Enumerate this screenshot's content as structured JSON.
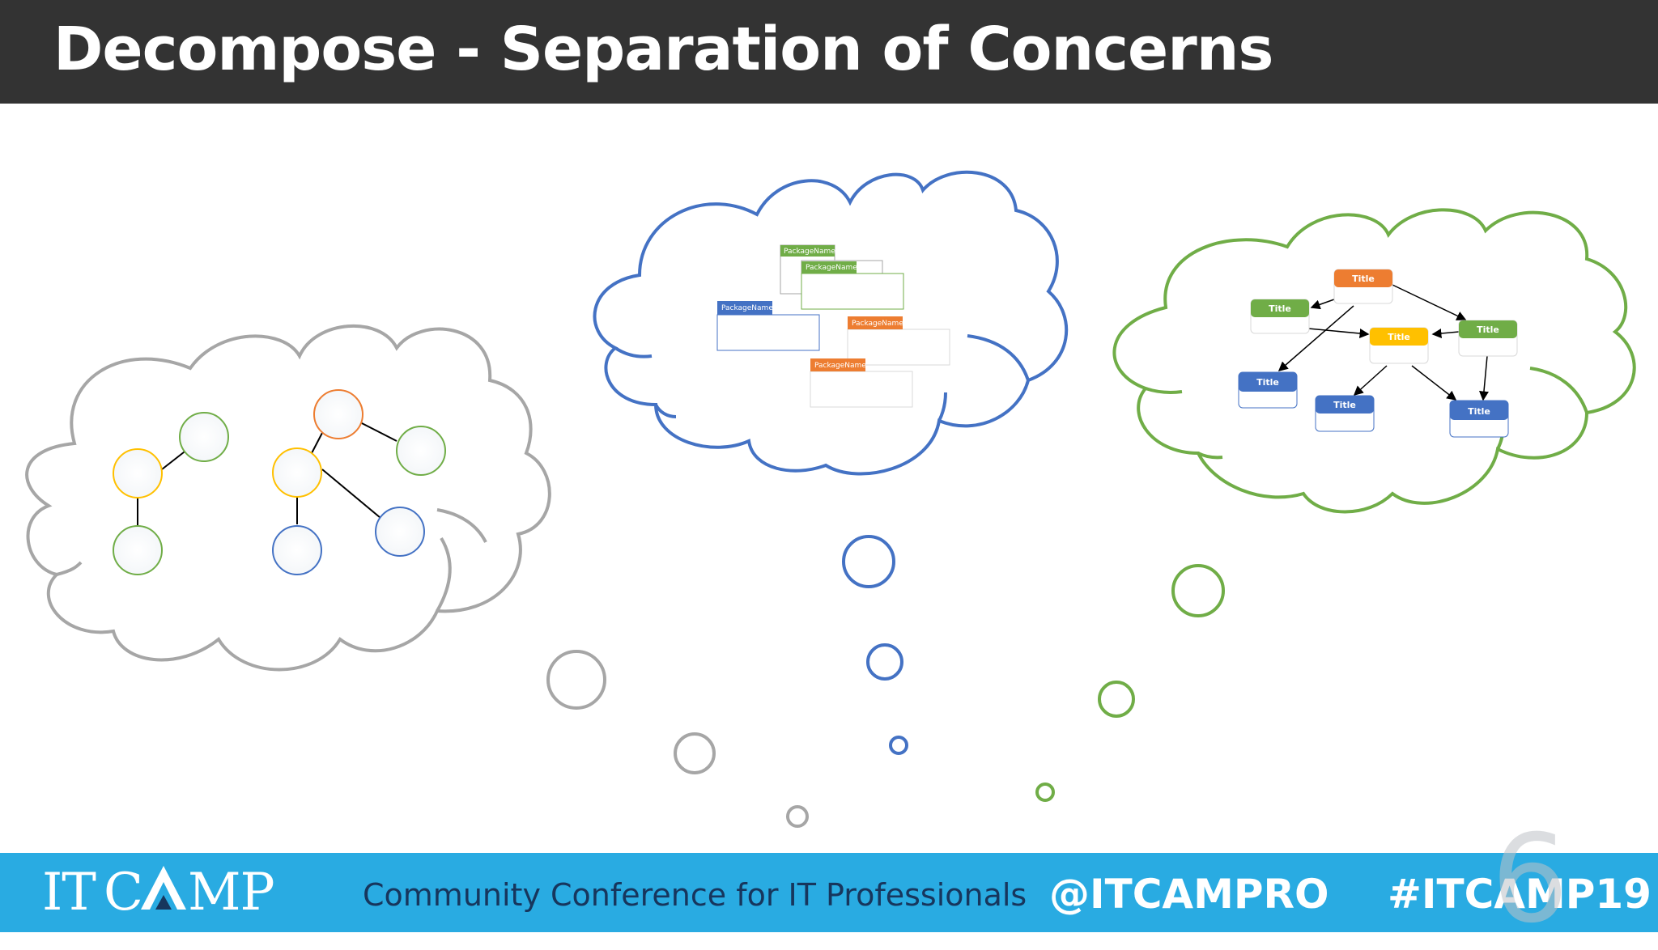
{
  "slide": {
    "title": "Decompose - Separation of Concerns",
    "number": "6"
  },
  "footer": {
    "logo_text": "ITCAMP",
    "tagline": "Community Conference for IT Professionals",
    "handle": "@ITCAMPRO",
    "hashtag": "#ITCAMP19"
  },
  "clouds": {
    "left": {
      "color": "#a6a6a6",
      "nodes": [
        {
          "color": "#ffc000"
        },
        {
          "color": "#70ad47"
        },
        {
          "color": "#70ad47"
        },
        {
          "color": "#ed7d31"
        },
        {
          "color": "#ffc000"
        },
        {
          "color": "#70ad47"
        },
        {
          "color": "#4472c4"
        },
        {
          "color": "#4472c4"
        }
      ]
    },
    "middle": {
      "color": "#4472c4",
      "packages": [
        {
          "label": "PackageName",
          "color": "#70ad47"
        },
        {
          "label": "PackageName",
          "color": "#70ad47"
        },
        {
          "label": "PackageName",
          "color": "#4472c4"
        },
        {
          "label": "PackageName",
          "color": "#ed7d31"
        },
        {
          "label": "PackageName",
          "color": "#ed7d31"
        }
      ]
    },
    "right": {
      "color": "#70ad47",
      "nodes": [
        {
          "label": "Title",
          "color": "#ed7d31"
        },
        {
          "label": "Title",
          "color": "#70ad47"
        },
        {
          "label": "Title",
          "color": "#70ad47"
        },
        {
          "label": "Title",
          "color": "#ffc000"
        },
        {
          "label": "Title",
          "color": "#4472c4"
        },
        {
          "label": "Title",
          "color": "#4472c4"
        },
        {
          "label": "Title",
          "color": "#4472c4"
        }
      ]
    }
  }
}
